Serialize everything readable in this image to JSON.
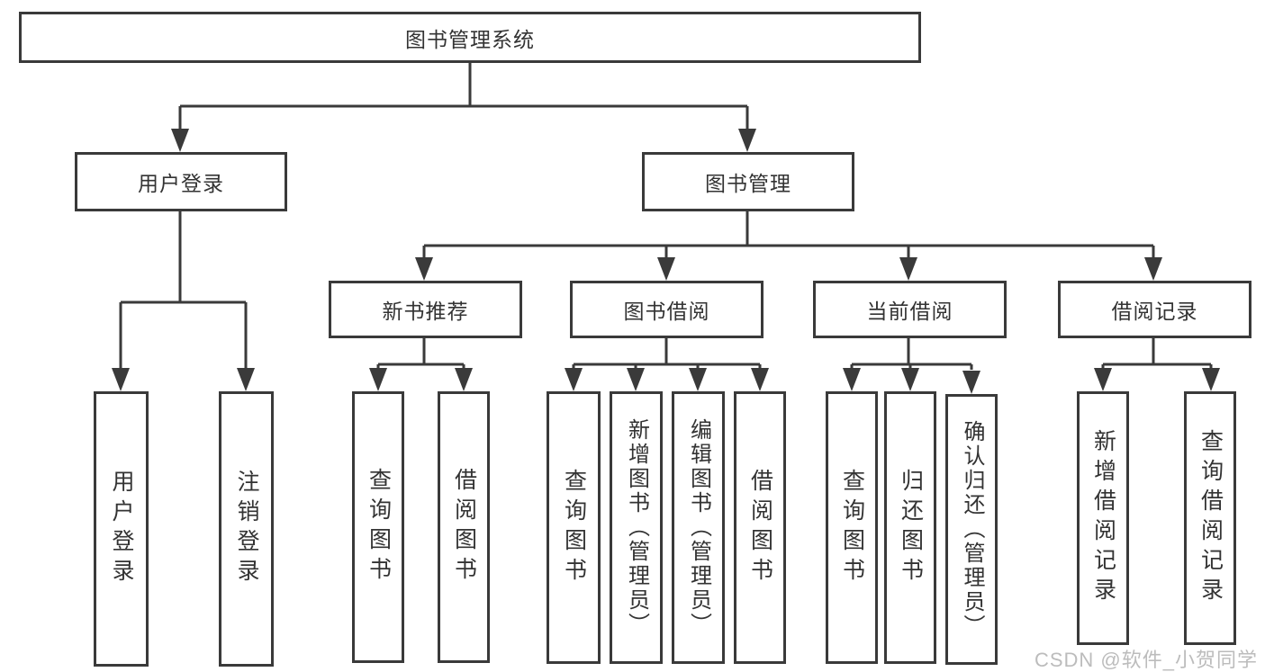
{
  "root_label": "图书管理系统",
  "level1": [
    {
      "label": "用户登录",
      "leaves": [
        "用户登录",
        "注销登录"
      ]
    },
    {
      "label": "图书管理",
      "sections": [
        {
          "label": "新书推荐",
          "leaves": [
            "查询图书",
            "借阅图书"
          ]
        },
        {
          "label": "图书借阅",
          "leaves": [
            "查询图书",
            "新增图书（管理员）",
            "编辑图书（管理员）",
            "借阅图书"
          ]
        },
        {
          "label": "当前借阅",
          "leaves": [
            "查询图书",
            "归还图书",
            "确认归还（管理员）"
          ]
        },
        {
          "label": "借阅记录",
          "leaves": [
            "新增借阅记录",
            "查询借阅记录"
          ]
        }
      ]
    }
  ],
  "watermark": "CSDN @软件_小贺同学",
  "colors": {
    "line": "#3a3a3a",
    "text": "#333333",
    "watermark": "#bcbcbc",
    "background": "#ffffff"
  }
}
